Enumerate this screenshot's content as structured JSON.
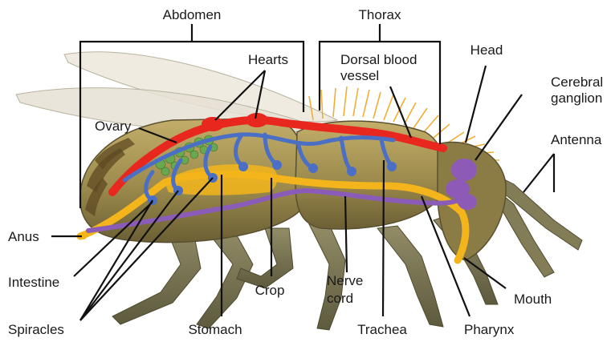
{
  "labels": {
    "abdomen": "Abdomen",
    "thorax": "Thorax",
    "hearts": "Hearts",
    "dorsal_blood_vessel_1": "Dorsal blood",
    "dorsal_blood_vessel_2": "vessel",
    "head": "Head",
    "cerebral_ganglion_1": "Cerebral",
    "cerebral_ganglion_2": "ganglion",
    "ovary": "Ovary",
    "antenna": "Antenna",
    "anus": "Anus",
    "intestine": "Intestine",
    "crop": "Crop",
    "nerve_cord_1": "Nerve",
    "nerve_cord_2": "cord",
    "mouth": "Mouth",
    "spiracles": "Spiracles",
    "stomach": "Stomach",
    "trachea": "Trachea",
    "pharynx": "Pharynx"
  },
  "colors": {
    "heart_vessel": "#e8271f",
    "trachea": "#4a6fc4",
    "gut": "#f3b51b",
    "nerve_cord": "#8a5cb8",
    "cerebral_ganglion": "#8e5ab8",
    "ovary": "#6aa84f",
    "body": "#9a8a4e",
    "hair": "#f2b13a",
    "wing": "#e8e4d8",
    "leg": "#7f7a55"
  }
}
